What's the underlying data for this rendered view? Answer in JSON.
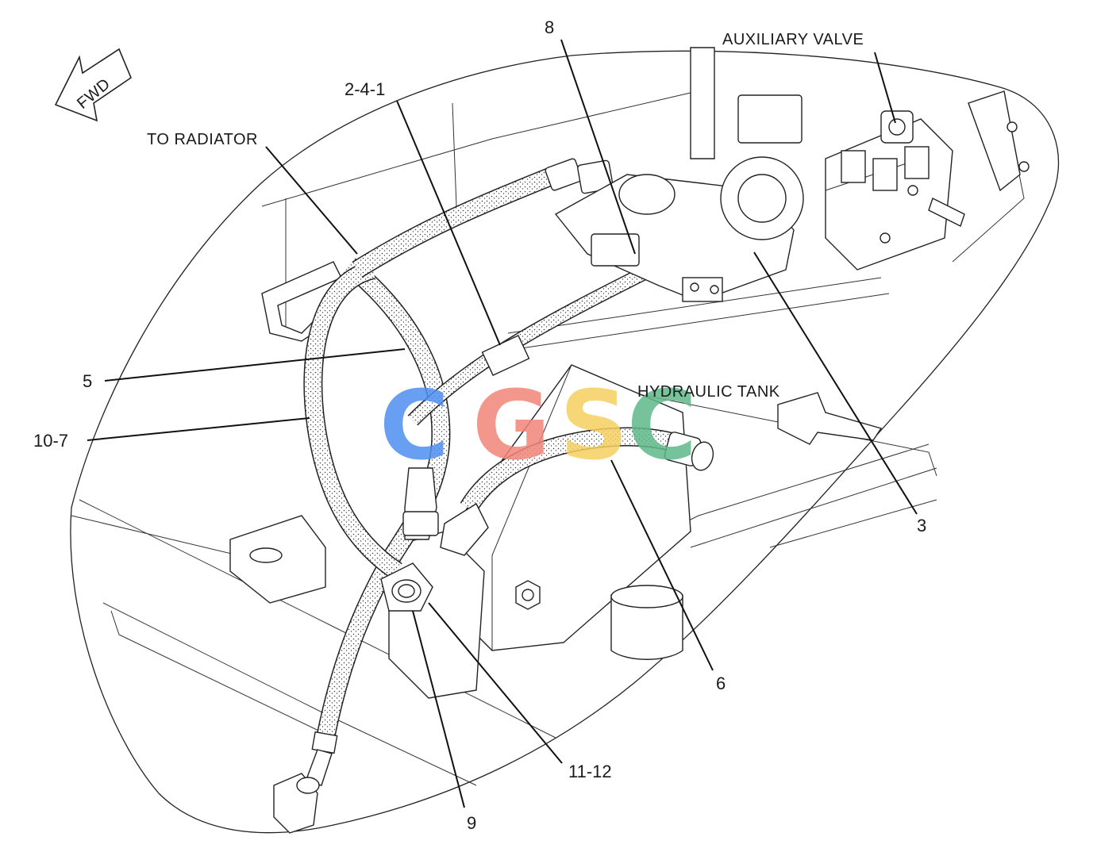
{
  "orientation": {
    "arrow_label": "FWD"
  },
  "callouts": {
    "to_radiator": "TO RADIATOR",
    "auxiliary_valve": "AUXILIARY VALVE",
    "hydraulic_tank": "HYDRAULIC TANK",
    "item_8": "8",
    "item_2_4_1": "2-4-1",
    "item_5": "5",
    "item_10_7": "10-7",
    "item_3": "3",
    "item_6": "6",
    "item_11_12": "11-12",
    "item_9": "9"
  },
  "watermark": {
    "letters": [
      "C",
      "G",
      "S",
      "C"
    ],
    "colors": [
      "#4f8ff0",
      "#f2857a",
      "#f5d060",
      "#5fb98a"
    ]
  }
}
